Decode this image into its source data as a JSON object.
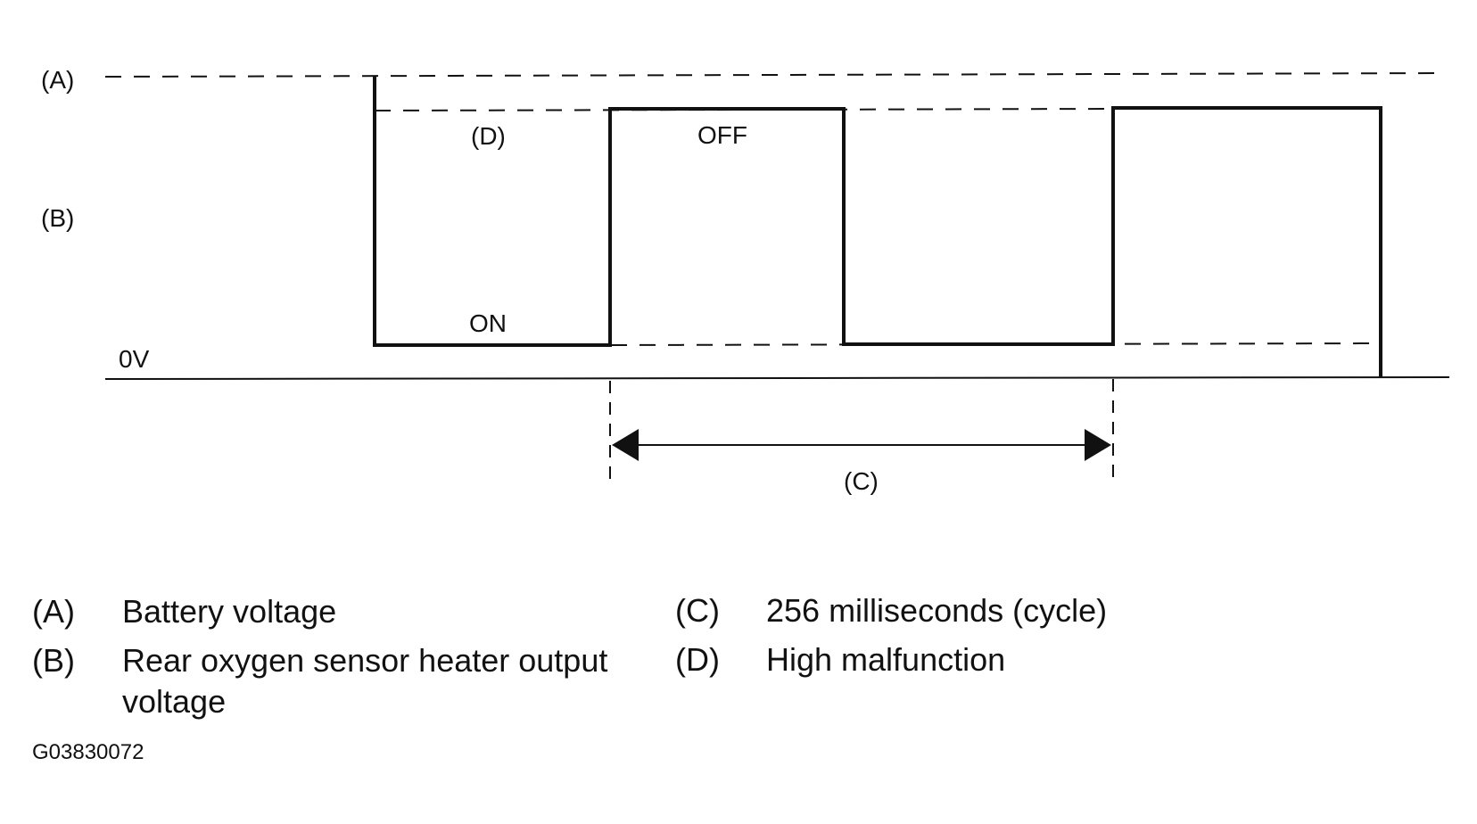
{
  "diagram": {
    "axis_labels": {
      "a": "(A)",
      "b": "(B)",
      "d": "(D)",
      "zero": "0V",
      "off": "OFF",
      "on": "ON",
      "c": "(C)"
    }
  },
  "legend": [
    {
      "key": "(A)",
      "text": "Battery voltage"
    },
    {
      "key": "(B)",
      "text": "Rear oxygen sensor heater output voltage"
    },
    {
      "key": "(C)",
      "text": "256 milliseconds (cycle)"
    },
    {
      "key": "(D)",
      "text": "High malfunction"
    }
  ],
  "figure_id": "G03830072",
  "colors": {
    "ink": "#111111",
    "background": "#ffffff"
  }
}
